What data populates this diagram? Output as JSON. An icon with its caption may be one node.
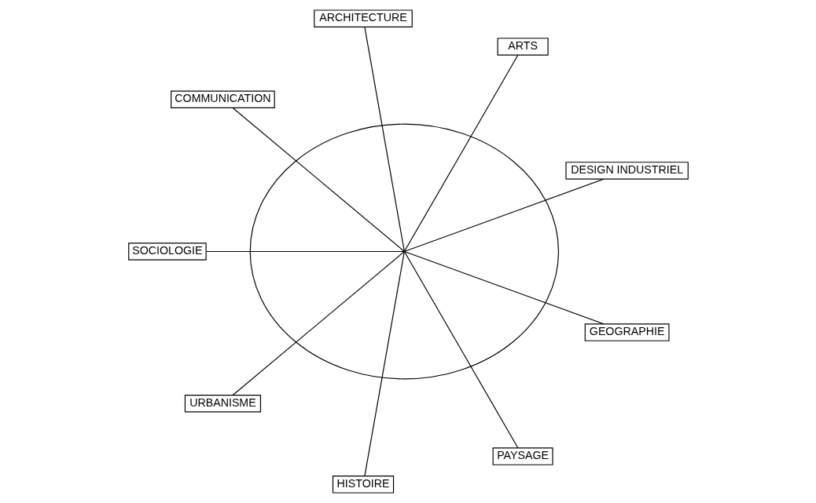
{
  "diagram": {
    "nodes": [
      {
        "text": [],
        "shape": "circle"
      },
      {
        "text": [
          "DESIGN INDUSTRIEL"
        ]
      },
      {
        "text": [
          "ARTS"
        ]
      },
      {
        "text": [
          "ARCHITECTURE"
        ]
      },
      {
        "text": [
          "COMMUNICATION"
        ]
      },
      {
        "text": [
          "SOCIOLOGIE"
        ]
      },
      {
        "text": [
          "URBANISME"
        ]
      },
      {
        "text": [
          "HISTOIRE"
        ]
      },
      {
        "text": [
          "PAYSAGE"
        ]
      },
      {
        "text": [
          "GEOGRAPHIE"
        ]
      }
    ],
    "edges": [
      {
        "from": 0,
        "to": 1,
        "arrow": "none"
      },
      {
        "from": 0,
        "to": 3,
        "arrow": "none"
      },
      {
        "from": 0,
        "to": 6,
        "arrow": "none"
      },
      {
        "from": 0,
        "to": 8,
        "arrow": "none"
      },
      {
        "from": 0,
        "to": 9,
        "arrow": "none"
      },
      {
        "from": 0,
        "to": 7,
        "arrow": "none"
      },
      {
        "from": 0,
        "to": 5,
        "arrow": "none"
      },
      {
        "from": 0,
        "to": 4,
        "arrow": "none"
      },
      {
        "from": 0,
        "to": 2,
        "arrow": "none"
      }
    ]
  }
}
